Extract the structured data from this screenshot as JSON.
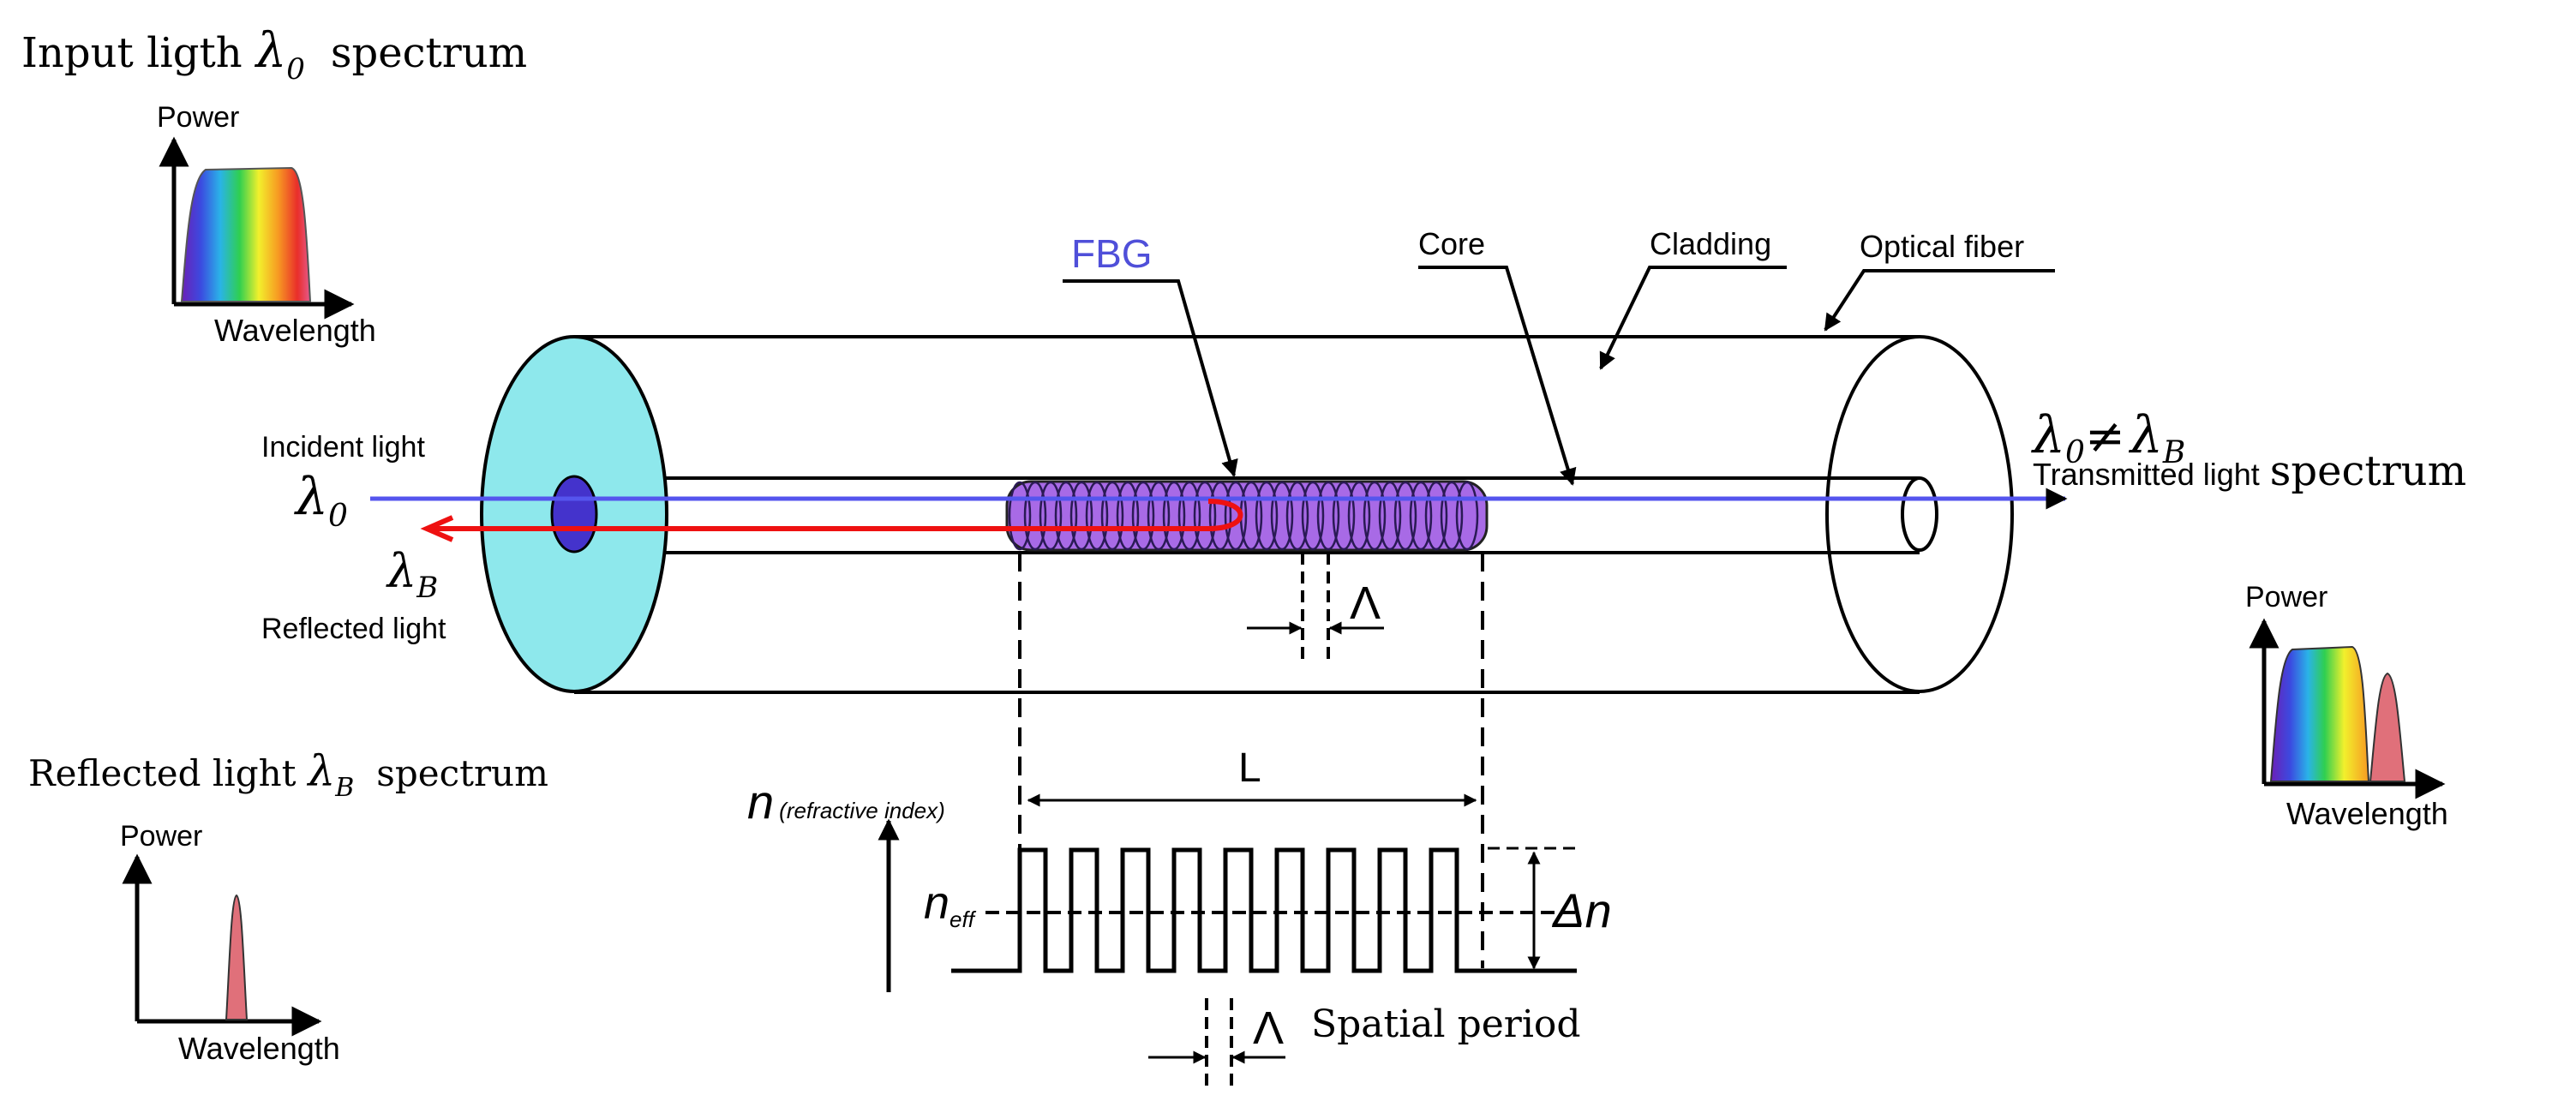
{
  "input_spectrum": {
    "title_prefix": "Input ligth",
    "title_symbol": "λ",
    "title_subscript": "0",
    "title_suffix": "spectrum",
    "y_axis": "Power",
    "x_axis": "Wavelength"
  },
  "reflected_spectrum": {
    "title_prefix": "Reflected light",
    "title_symbol": "λ",
    "title_subscript": "B",
    "title_suffix": "spectrum",
    "y_axis": "Power",
    "x_axis": "Wavelength"
  },
  "transmitted_spectrum": {
    "title_main": "Transmitted light",
    "title_suffix": "spectrum",
    "y_axis": "Power",
    "x_axis": "Wavelength",
    "condition_symbol_left": "λ",
    "condition_sub_left": "0",
    "condition_op": "≠",
    "condition_symbol_right": "λ",
    "condition_sub_right": "B"
  },
  "fiber": {
    "fbg_label": "FBG",
    "core_label": "Core",
    "cladding_label": "Cladding",
    "fiber_label": "Optical fiber",
    "incident_label": "Incident light",
    "incident_symbol": "λ",
    "incident_sub": "0",
    "reflected_label": "Reflected light",
    "reflected_symbol": "λ",
    "reflected_sub": "B",
    "grating_period_symbol": "Λ"
  },
  "profile": {
    "n_symbol": "n",
    "n_caption": "(refractive index)",
    "length_label": "L",
    "neff_symbol": "n",
    "neff_sub": "eff",
    "delta_n": "Δn",
    "period_symbol": "Λ",
    "period_label": "Spatial period"
  },
  "colors": {
    "incident_beam": "#5555ee",
    "reflected_beam": "#ee1111",
    "fbg_label": "#4f4fd9",
    "grating_fill": "#a86ae6",
    "end_face": "#8ee8ec",
    "core_end": "#4433cc",
    "peak_fill": "#e0707a"
  }
}
